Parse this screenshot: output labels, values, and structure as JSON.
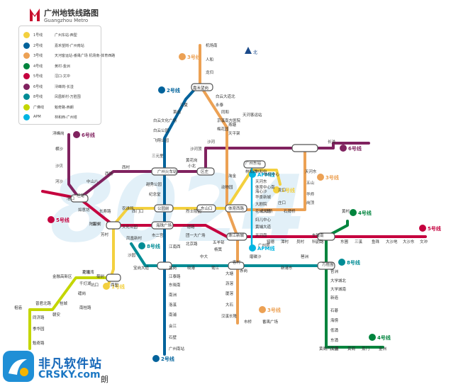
{
  "header": {
    "title_cn": "广州地铁线路图",
    "title_en": "Guangzhou Metro"
  },
  "compass": {
    "label": "北"
  },
  "legend": [
    {
      "num": "1号线",
      "desc": "广州东站-西塱",
      "color": "#f3d03e"
    },
    {
      "num": "2号线",
      "desc": "嘉禾望岗-广州南站",
      "color": "#00629b"
    },
    {
      "num": "3号线",
      "desc": "天河客运站-番禺广场 机场南-体育西路",
      "color": "#eca154"
    },
    {
      "num": "4号线",
      "desc": "黄村-金洲",
      "color": "#00843d"
    },
    {
      "num": "5号线",
      "desc": "滘口-文冲",
      "color": "#c5003e"
    },
    {
      "num": "6号线",
      "desc": "浔峰岗-长湴",
      "color": "#80225f"
    },
    {
      "num": "8号线",
      "desc": "凤凰新村-万胜围",
      "color": "#008c95"
    },
    {
      "num": "广佛线",
      "desc": "魁奇路-西朗",
      "color": "#c4d600"
    },
    {
      "num": "APM",
      "desc": "林和西-广州塔",
      "color": "#00b5e2"
    }
  ],
  "brand": {
    "cn": "非凡软件站",
    "en": "CRSKY.com",
    "tail": "朗"
  },
  "colors": {
    "l1": "#f3d03e",
    "l2": "#00629b",
    "l3": "#eca154",
    "l4": "#00843d",
    "l5": "#c5003e",
    "l6": "#80225f",
    "l8": "#008c95",
    "gf": "#c4d600",
    "apm": "#00b5e2"
  },
  "line_labels": [
    {
      "text": "3号线",
      "color": "#eca154"
    },
    {
      "text": "2号线",
      "color": "#00629b"
    },
    {
      "text": "6号线",
      "color": "#80225f"
    },
    {
      "text": "6号线",
      "color": "#80225f"
    },
    {
      "text": "5号线",
      "color": "#c5003e"
    },
    {
      "text": "3号线",
      "color": "#eca154"
    },
    {
      "text": "4号线",
      "color": "#00843d"
    },
    {
      "text": "5号线",
      "color": "#c5003e"
    },
    {
      "text": "8号线",
      "color": "#008c95"
    },
    {
      "text": "8号线",
      "color": "#008c95"
    },
    {
      "text": "1号线",
      "color": "#f3d03e"
    },
    {
      "text": "3号线",
      "color": "#eca154"
    },
    {
      "text": "4号线",
      "color": "#00843d"
    },
    {
      "text": "2号线",
      "color": "#00629b"
    },
    {
      "text": "1号线",
      "color": "#f3d03e"
    },
    {
      "text": "APM线",
      "color": "#00b5e2"
    },
    {
      "text": "APM线",
      "color": "#00b5e2"
    }
  ],
  "stations": [
    "机场南",
    "人和",
    "龙归",
    "嘉禾望岗",
    "白云大道北",
    "永泰",
    "同和",
    "京溪南方医院",
    "梅花园",
    "江夏",
    "萧岗",
    "白云文化广场",
    "白云公园",
    "飞翔公园",
    "三元里",
    "广州火车站",
    "越秀公园",
    "纪念堂",
    "公园前",
    "海珠广场",
    "市二宫",
    "江南西",
    "昌岗",
    "江泰路",
    "东晓南",
    "南洲",
    "洛溪",
    "南浦",
    "会江",
    "石壁",
    "广州南站",
    "浔峰岗",
    "横沙",
    "沙贝",
    "河沙",
    "坦尾",
    "如意坊",
    "黄沙",
    "文化公园",
    "一德路",
    "团一大广场",
    "北京路",
    "东山口",
    "区庄",
    "黄花岗",
    "沙河顶",
    "沙河",
    "天平架",
    "燕塘",
    "天河客运站",
    "长湴",
    "天河东",
    "五山",
    "华师",
    "岗顶",
    "石牌桥",
    "体育西路",
    "体育中心",
    "广州东站",
    "林和西",
    "珠江新城",
    "五羊邨",
    "杨箕",
    "动物园",
    "淘金",
    "小北",
    "西村",
    "西场",
    "中山八",
    "滘口",
    "猎德",
    "潭村",
    "员村",
    "科韵路",
    "车陂南",
    "东圃",
    "三溪",
    "鱼珠",
    "大沙地",
    "大沙东",
    "文冲",
    "黄村",
    "官洲",
    "大学城北",
    "大学城南",
    "新造",
    "石碁",
    "海傍",
    "低涌",
    "东涌",
    "庆盛",
    "黄阁汽车城",
    "黄阁",
    "蕉门",
    "金洲",
    "凤凰新村",
    "沙园",
    "宝岗大道",
    "客村",
    "赤岗",
    "磨碟沙",
    "新港东",
    "琶洲",
    "万胜围",
    "晓港",
    "中大",
    "鹭江",
    "大塘",
    "沥滘",
    "厦滘",
    "大石",
    "汉溪长隆",
    "市桥",
    "番禺广场",
    "西塱",
    "坑口",
    "花地湾",
    "芳村",
    "长寿路",
    "陈家祠",
    "西门口",
    "农讲所",
    "烈士陵园",
    "菊树",
    "龙溪",
    "金融高新区",
    "千灯湖",
    "礌岗",
    "南桂路",
    "桂城",
    "朝安",
    "普君北路",
    "祖庙",
    "同济路",
    "季华园",
    "魁奇路",
    "海心沙",
    "大剧院",
    "花城大道",
    "妇儿中心",
    "黄埔大道",
    "天河南",
    "林和中",
    "天河东",
    "广州塔",
    "体育中心南",
    "华景新城",
    "石牌桥",
    "龙口",
    "庄口"
  ]
}
